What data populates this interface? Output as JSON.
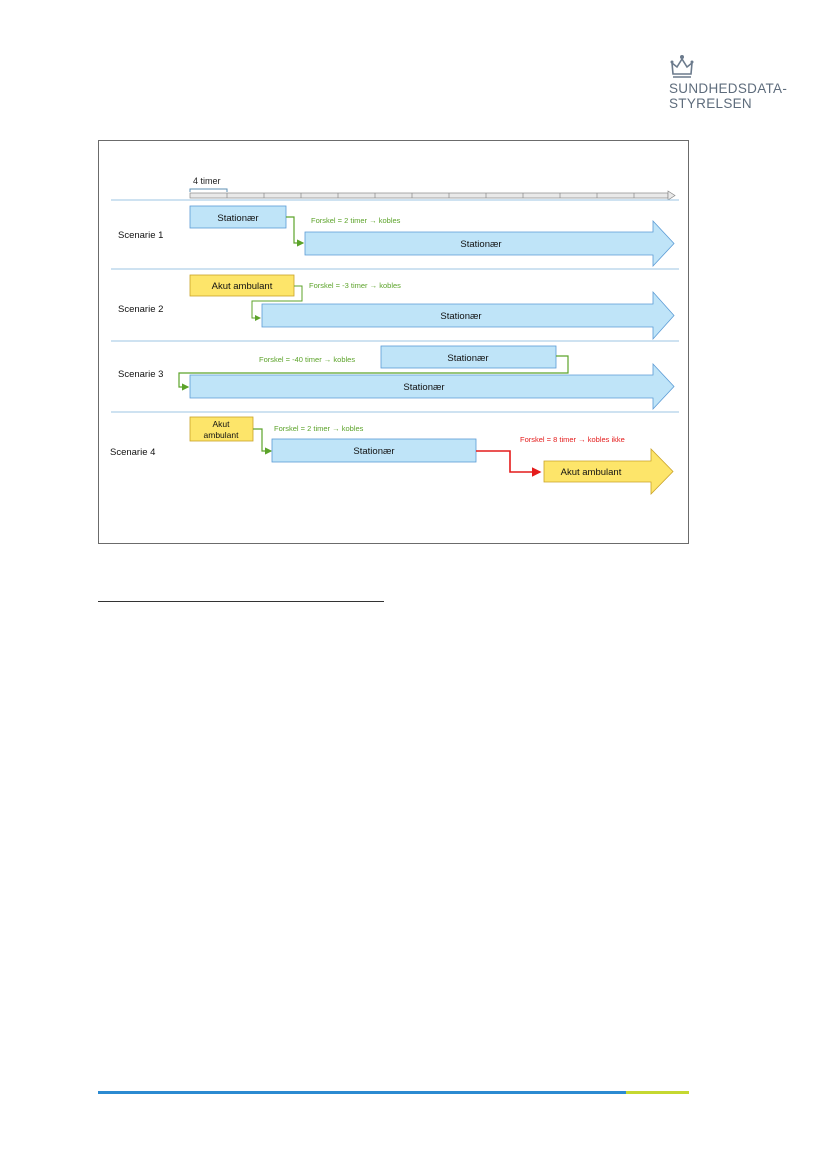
{
  "logo": {
    "line1": "SUNDHEDSDATA-",
    "line2": "STYRELSEN",
    "icon": "crown-icon"
  },
  "timeline": {
    "unit_label": "4 timer"
  },
  "scenarios": [
    {
      "label": "Scenarie 1",
      "first": "Stationær",
      "second": "Stationær",
      "note": "Forskel = 2 timer → kobles"
    },
    {
      "label": "Scenarie 2",
      "first": "Akut ambulant",
      "second": "Stationær",
      "note": "Forskel = -3 timer → kobles"
    },
    {
      "label": "Scenarie 3",
      "first": "Stationær",
      "second": "Stationær",
      "note": "Forskel = -40 timer → kobles"
    },
    {
      "label": "Scenarie 4",
      "first_line1": "Akut",
      "first_line2": "ambulant",
      "second": "Stationær",
      "third": "Akut ambulant",
      "note": "Forskel = 2 timer → kobles",
      "note2": "Forskel = 8 timer → kobles ikke"
    }
  ],
  "colors": {
    "stationaer": "#bfe4f8",
    "akut": "#fde56a",
    "link_ok": "#5ca32a",
    "link_fail": "#e41c1c",
    "divider": "#9ec6e3"
  }
}
